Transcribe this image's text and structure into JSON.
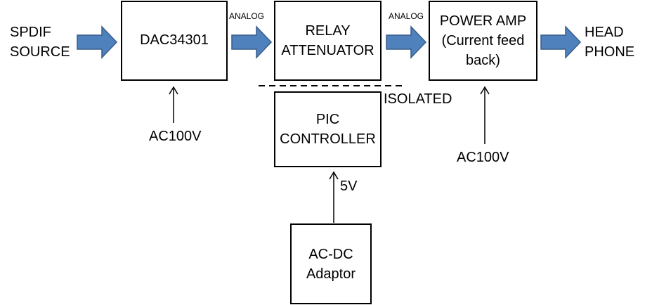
{
  "colors": {
    "arrow_fill": "#4f81bd",
    "arrow_stroke": "#385d8a",
    "box_stroke": "#000000",
    "line": "#000000"
  },
  "inputs": {
    "source_line1": "SPDIF",
    "source_line2": "SOURCE"
  },
  "blocks": {
    "dac": "DAC34301",
    "relay_line1": "RELAY",
    "relay_line2": "ATTENUATOR",
    "amp_line1": "POWER AMP",
    "amp_line2": "(Current feed",
    "amp_line3": "back)",
    "pic_line1": "PIC",
    "pic_line2": "CONTROLLER",
    "adaptor_line1": "AC-DC",
    "adaptor_line2": "Adaptor"
  },
  "outputs": {
    "headphone_line1": "HEAD",
    "headphone_line2": "PHONE"
  },
  "labels": {
    "analog_1": "ANALOG",
    "analog_2": "ANALOG",
    "isolated": "ISOLATED",
    "ac100v_dac": "AC100V",
    "ac100v_amp": "AC100V",
    "five_volt": "5V"
  }
}
